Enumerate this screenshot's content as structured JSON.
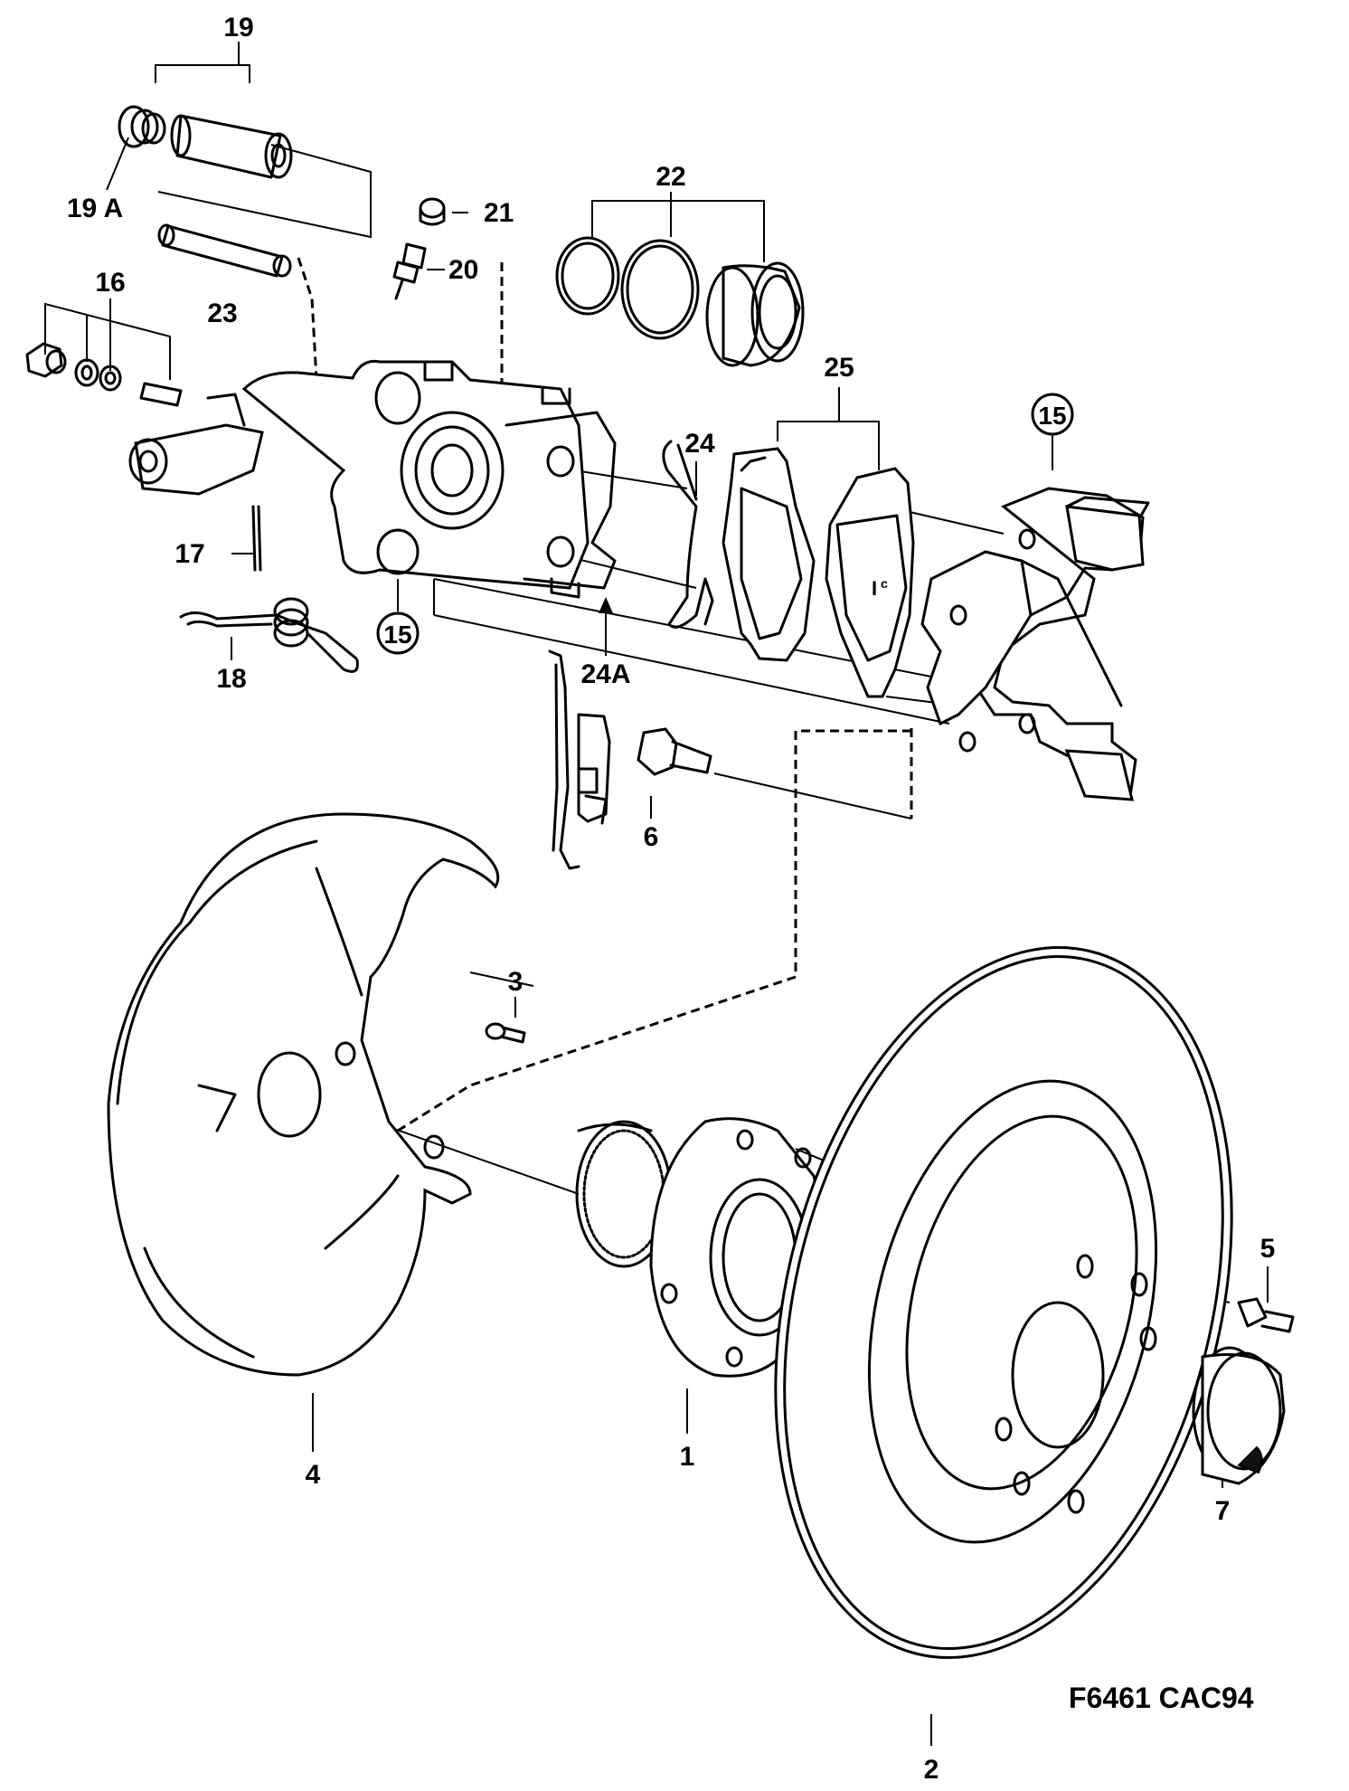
{
  "figure_code": "F6461 CAC94",
  "callouts": {
    "c1": "1",
    "c2": "2",
    "c3": "3",
    "c4": "4",
    "c5": "5",
    "c6": "6",
    "c7": "7",
    "c15a": "15",
    "c15b": "15",
    "c16": "16",
    "c17": "17",
    "c18": "18",
    "c19": "19",
    "c19a": "19 A",
    "c20": "20",
    "c21": "21",
    "c22": "22",
    "c23": "23",
    "c24": "24",
    "c24a": "24A",
    "c25": "25"
  }
}
